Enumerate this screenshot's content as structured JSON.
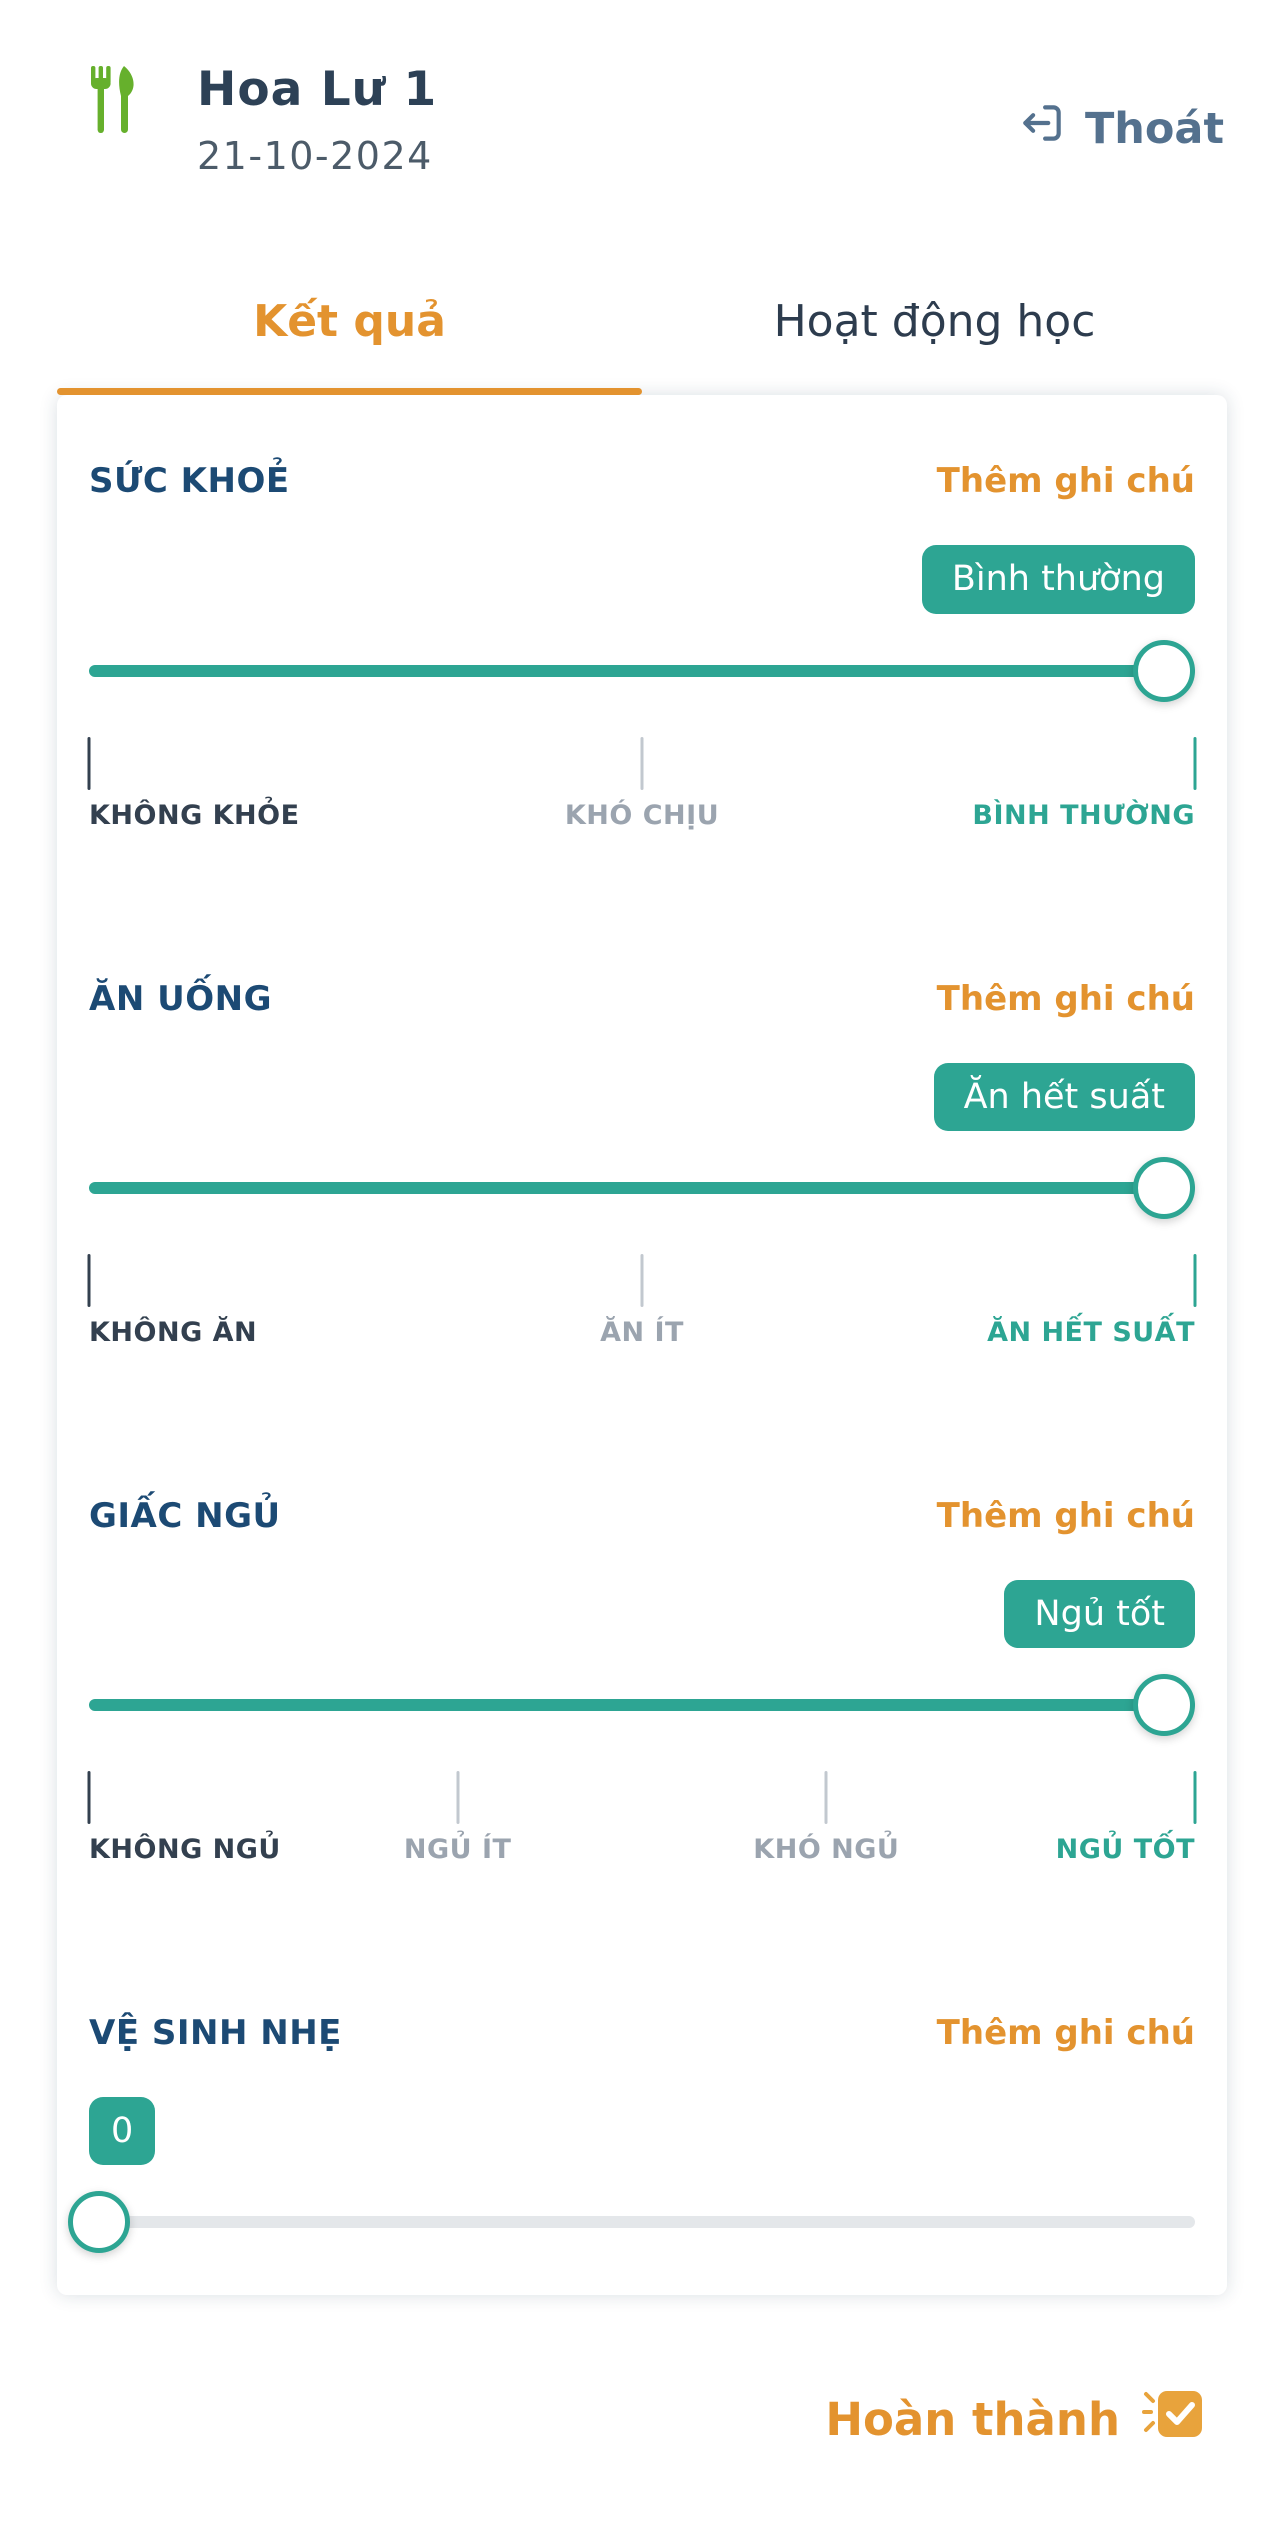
{
  "header": {
    "title": "Hoa Lư 1",
    "date": "21-10-2024",
    "logout_label": "Thoát",
    "icons": {
      "brand": "fork-knife-icon",
      "logout": "exit-arrow-icon"
    }
  },
  "tabs": [
    {
      "label": "Kết quả",
      "active": true
    },
    {
      "label": "Hoạt động học",
      "active": false
    }
  ],
  "sections": [
    {
      "title": "SỨC KHOẺ",
      "note_label": "Thêm ghi chú",
      "value_label": "Bình thường",
      "slider": {
        "value": 2,
        "max": 2
      },
      "options": [
        {
          "label": "KHÔNG KHỎE",
          "state": "dark"
        },
        {
          "label": "KHÓ CHỊU",
          "state": "muted"
        },
        {
          "label": "BÌNH THƯỜNG",
          "state": "selected"
        }
      ]
    },
    {
      "title": "ĂN UỐNG",
      "note_label": "Thêm ghi chú",
      "value_label": "Ăn hết suất",
      "slider": {
        "value": 2,
        "max": 2
      },
      "options": [
        {
          "label": "KHÔNG ĂN",
          "state": "dark"
        },
        {
          "label": "ĂN ÍT",
          "state": "muted"
        },
        {
          "label": "ĂN HẾT SUẤT",
          "state": "selected"
        }
      ]
    },
    {
      "title": "GIẤC NGỦ",
      "note_label": "Thêm ghi chú",
      "value_label": "Ngủ tốt",
      "slider": {
        "value": 3,
        "max": 3
      },
      "options": [
        {
          "label": "KHÔNG NGỦ",
          "state": "dark"
        },
        {
          "label": "NGỦ ÍT",
          "state": "muted"
        },
        {
          "label": "KHÓ NGỦ",
          "state": "muted"
        },
        {
          "label": "NGỦ TỐT",
          "state": "selected"
        }
      ]
    },
    {
      "title": "VỆ SINH NHẸ",
      "note_label": "Thêm ghi chú",
      "value_label": "0",
      "slider": {
        "value": 0,
        "max": 1
      },
      "options": []
    }
  ],
  "footer": {
    "complete_label": "Hoàn thành",
    "complete_icon": "check-square-icon"
  },
  "colors": {
    "teal": "#2da593",
    "orange": "#e3932f",
    "navy": "#1c4a74",
    "dark_label": "#33404f",
    "muted_label": "#9ba4af",
    "brand_green": "#66b02c",
    "logout_blue": "#54718e"
  }
}
